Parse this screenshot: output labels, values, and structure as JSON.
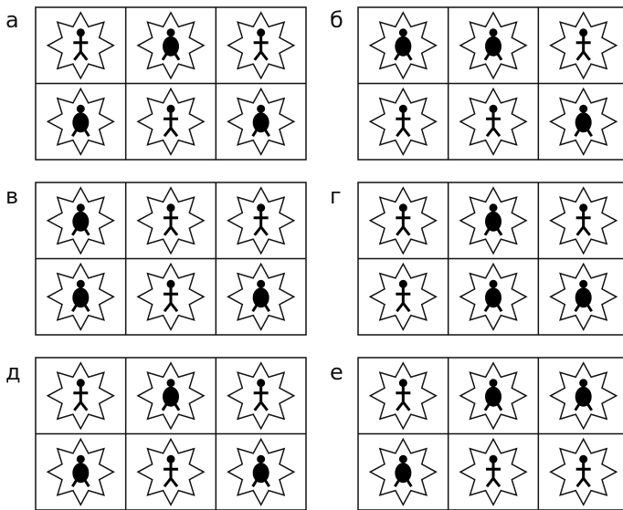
{
  "colors": {
    "line": "#111111",
    "fill": "#000000",
    "background": "#ffffff"
  },
  "icons": {
    "stick": "stick-figure-icon",
    "round": "round-body-figure-icon",
    "frame": "star-frame-icon"
  },
  "panels": [
    {
      "label": "а",
      "rows": [
        [
          "stick",
          "round",
          "stick"
        ],
        [
          "round",
          "stick",
          "round"
        ]
      ]
    },
    {
      "label": "б",
      "rows": [
        [
          "round",
          "round",
          "stick"
        ],
        [
          "stick",
          "stick",
          "round"
        ]
      ]
    },
    {
      "label": "в",
      "rows": [
        [
          "round",
          "stick",
          "stick"
        ],
        [
          "round",
          "stick",
          "round"
        ]
      ]
    },
    {
      "label": "г",
      "rows": [
        [
          "stick",
          "round",
          "stick"
        ],
        [
          "stick",
          "round",
          "round"
        ]
      ]
    },
    {
      "label": "д",
      "rows": [
        [
          "stick",
          "round",
          "stick"
        ],
        [
          "round",
          "stick",
          "round"
        ]
      ]
    },
    {
      "label": "е",
      "rows": [
        [
          "stick",
          "round",
          "round"
        ],
        [
          "round",
          "stick",
          "stick"
        ]
      ]
    }
  ]
}
